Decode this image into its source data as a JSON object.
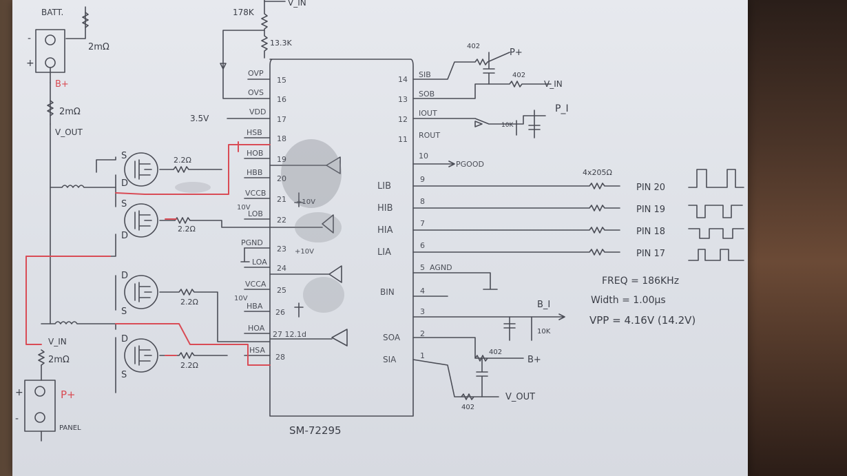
{
  "schematic": {
    "chip_name": "SM-72295",
    "battery": {
      "label": "BATT.",
      "minus": "-",
      "plus": "+",
      "resistor": "2mΩ",
      "node": "B+"
    },
    "panel": {
      "label": "PANEL",
      "minus": "-",
      "plus": "+",
      "node": "P+",
      "resistor": "2mΩ",
      "vin": "V_IN"
    },
    "sense_out": {
      "resistor": "2mΩ",
      "node": "V_OUT"
    },
    "divider": {
      "top": "178K",
      "bottom": "13.3K",
      "vin": "V_IN"
    },
    "vdd_supply": "3.5V",
    "mosfet_labels": [
      "S",
      "D",
      "S",
      "D",
      "D",
      "S",
      "D",
      "S"
    ],
    "gate_resistors": [
      "2.2Ω",
      "2.2Ω",
      "2.2Ω",
      "2.2Ω"
    ],
    "left_pins": [
      {
        "num": "15",
        "name": "OVP"
      },
      {
        "num": "16",
        "name": "OVS"
      },
      {
        "num": "17",
        "name": "VDD"
      },
      {
        "num": "18",
        "name": "HSB"
      },
      {
        "num": "19",
        "name": "HOB"
      },
      {
        "num": "20",
        "name": "HBB"
      },
      {
        "num": "21",
        "name": "VCCB"
      },
      {
        "num": "22",
        "name": "LOB"
      },
      {
        "num": "23",
        "name": "PGND"
      },
      {
        "num": "24",
        "name": "LOA"
      },
      {
        "num": "25",
        "name": "VCCA"
      },
      {
        "num": "26",
        "name": "HBA"
      },
      {
        "num": "27",
        "name": "HOA"
      },
      {
        "num": "28",
        "name": "HSA"
      }
    ],
    "right_pins": [
      {
        "num": "14",
        "name": "SIB"
      },
      {
        "num": "13",
        "name": "SOB"
      },
      {
        "num": "12",
        "name": "IOUT"
      },
      {
        "num": "11",
        "name": "ROUT"
      },
      {
        "num": "10",
        "name": "PGOOD"
      },
      {
        "num": "9",
        "name": "LIB"
      },
      {
        "num": "8",
        "name": "HIB"
      },
      {
        "num": "7",
        "name": "HIA"
      },
      {
        "num": "6",
        "name": "LIA"
      },
      {
        "num": "5",
        "name": "AGND"
      },
      {
        "num": "4",
        "name": "BIN"
      },
      {
        "num": "3",
        "name": ""
      },
      {
        "num": "2",
        "name": "SOA"
      },
      {
        "num": "1",
        "name": "SIA"
      }
    ],
    "supply_notes": [
      "10V",
      "+10V",
      "+10V",
      "10V"
    ],
    "pin27_note": "27 12.1d",
    "sense_resistors": [
      "402",
      "402",
      "402",
      "402"
    ],
    "net_labels": {
      "p_plus": "P+",
      "v_in": "V_IN",
      "p_i": "P_I",
      "b_i": "B_I",
      "b_plus": "B+",
      "v_out": "V_OUT"
    },
    "rout_values": [
      "10K",
      "10K"
    ],
    "pwm_resistor": "4x205Ω",
    "pwm_outputs": [
      {
        "signal": "LIB",
        "pin": "PIN 20"
      },
      {
        "signal": "HIB",
        "pin": "PIN 19"
      },
      {
        "signal": "HIA",
        "pin": "PIN 18"
      },
      {
        "signal": "LIA",
        "pin": "PIN 17"
      }
    ],
    "notes": [
      "FREQ = 186KHz",
      "Width = 1.00μs",
      "VPP = 4.16V (14.2V)"
    ]
  }
}
